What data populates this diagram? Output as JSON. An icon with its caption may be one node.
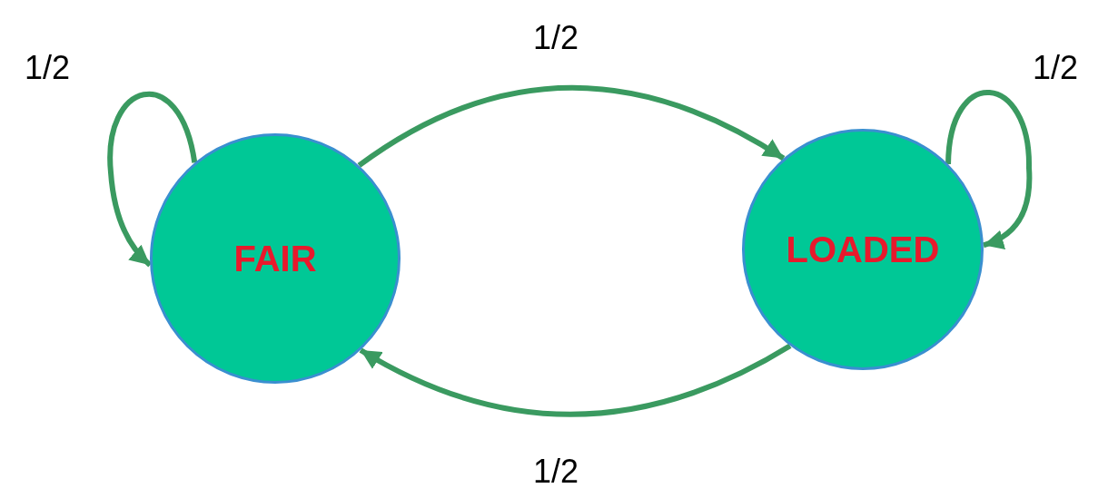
{
  "diagram": {
    "nodes": [
      {
        "text": [
          "FAIR"
        ]
      },
      {
        "text": [
          "LOADED"
        ]
      }
    ],
    "edges": [
      {
        "from": 0,
        "to": 0,
        "arrow": "to",
        "label": "1/2"
      },
      {
        "from": 0,
        "to": 1,
        "arrow": "to",
        "label": "1/2"
      },
      {
        "from": 1,
        "to": 1,
        "arrow": "to",
        "label": "1/2"
      },
      {
        "from": 1,
        "to": 0,
        "arrow": "to",
        "label": "1/2"
      }
    ]
  }
}
